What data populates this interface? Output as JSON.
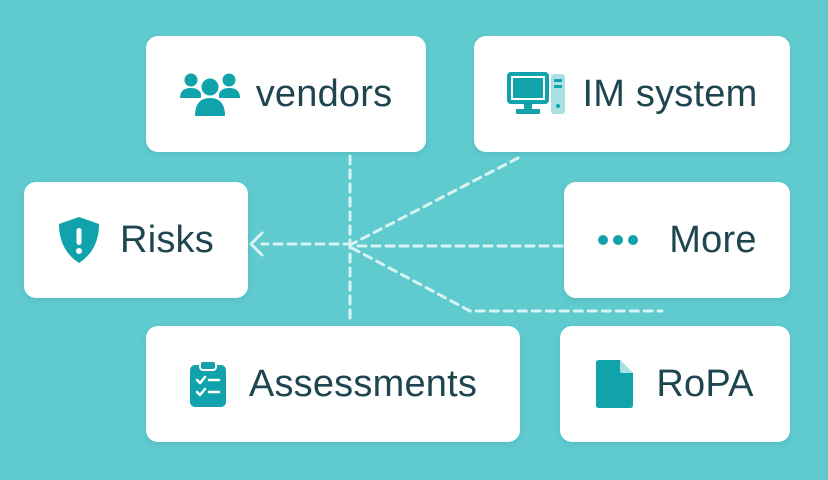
{
  "colors": {
    "background": "#5fcbcf",
    "card": "#ffffff",
    "text": "#1f4650",
    "icon": "#11a3ac",
    "icon_light": "#a8e0e3",
    "connector": "#d8f3f4"
  },
  "nodes": {
    "vendors": {
      "label": "vendors",
      "icon": "users-icon"
    },
    "im_system": {
      "label": "IM system",
      "icon": "computer-icon"
    },
    "risks": {
      "label": "Risks",
      "icon": "shield-alert-icon"
    },
    "more": {
      "label": "More",
      "icon": "ellipsis-icon"
    },
    "assessments": {
      "label": "Assessments",
      "icon": "clipboard-checklist-icon"
    },
    "ropa": {
      "label": "RoPA",
      "icon": "document-icon"
    }
  },
  "edges": [
    {
      "from": "vendors",
      "to": "risks"
    },
    {
      "from": "im_system",
      "to": "risks"
    },
    {
      "from": "more",
      "to": "risks"
    },
    {
      "from": "assessments",
      "to": "risks"
    },
    {
      "from": "ropa",
      "to": "risks"
    }
  ]
}
